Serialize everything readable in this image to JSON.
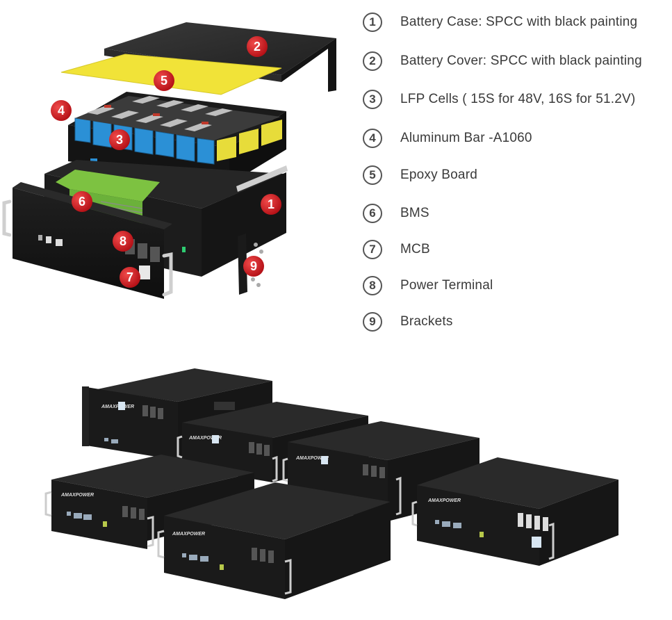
{
  "legend": [
    {
      "num": "1",
      "label": "Battery Case: SPCC with black painting"
    },
    {
      "num": "2",
      "label": "Battery Cover: SPCC with black painting"
    },
    {
      "num": "3",
      "label": "LFP Cells ( 15S for 48V, 16S for 51.2V)"
    },
    {
      "num": "4",
      "label": "Aluminum Bar -A1060"
    },
    {
      "num": "5",
      "label": "Epoxy Board"
    },
    {
      "num": "6",
      "label": "BMS"
    },
    {
      "num": "7",
      "label": "MCB"
    },
    {
      "num": "8",
      "label": "Power Terminal"
    },
    {
      "num": "9",
      "label": "Brackets"
    }
  ],
  "callouts": [
    "1",
    "2",
    "3",
    "4",
    "5",
    "6",
    "7",
    "8",
    "9"
  ],
  "brand": "AMAXPOWER",
  "colors": {
    "callout_red": "#c8151b",
    "case_black": "#1e1e1e",
    "epoxy_yellow": "#f2e43c",
    "cell_blue": "#2a8fd4",
    "bms_green": "#7dc241"
  }
}
